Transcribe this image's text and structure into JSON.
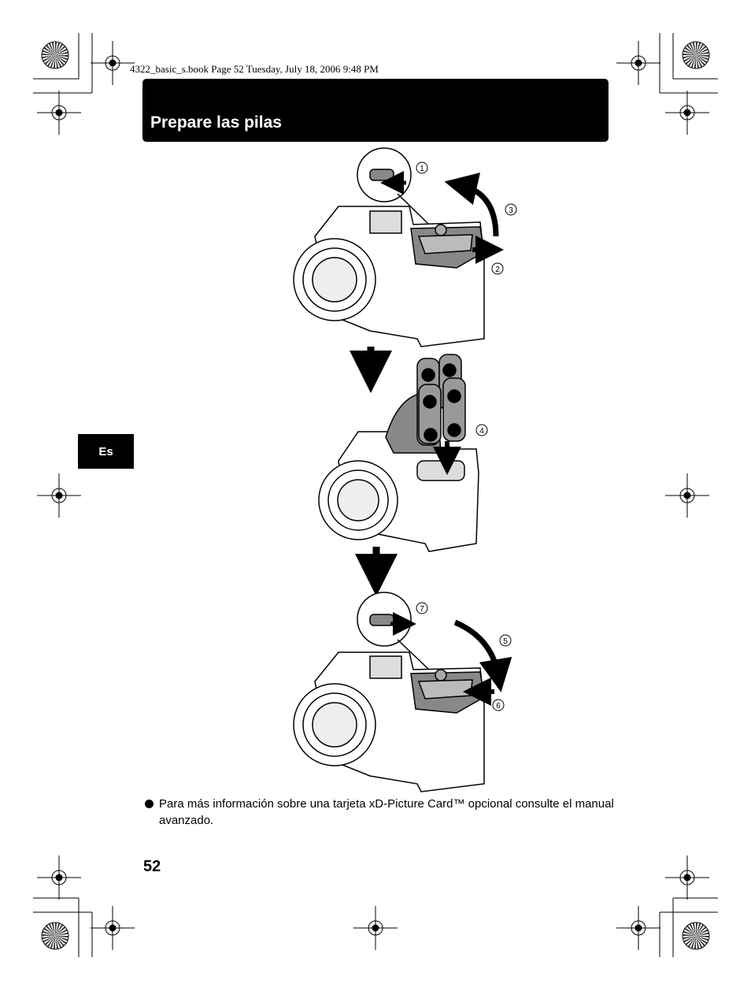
{
  "header": {
    "book_info": "4322_basic_s.book  Page 52  Tuesday, July 18, 2006  9:48 PM"
  },
  "title": "Prepare las pilas",
  "lang_tab": "Es",
  "steps": {
    "s1": "1",
    "s2": "2",
    "s3": "3",
    "s4": "4",
    "s5": "5",
    "s6": "6",
    "s7": "7"
  },
  "note": "Para más información sobre una tarjeta xD-Picture Card™ opcional consulte el manual avanzado.",
  "page_number": "52"
}
